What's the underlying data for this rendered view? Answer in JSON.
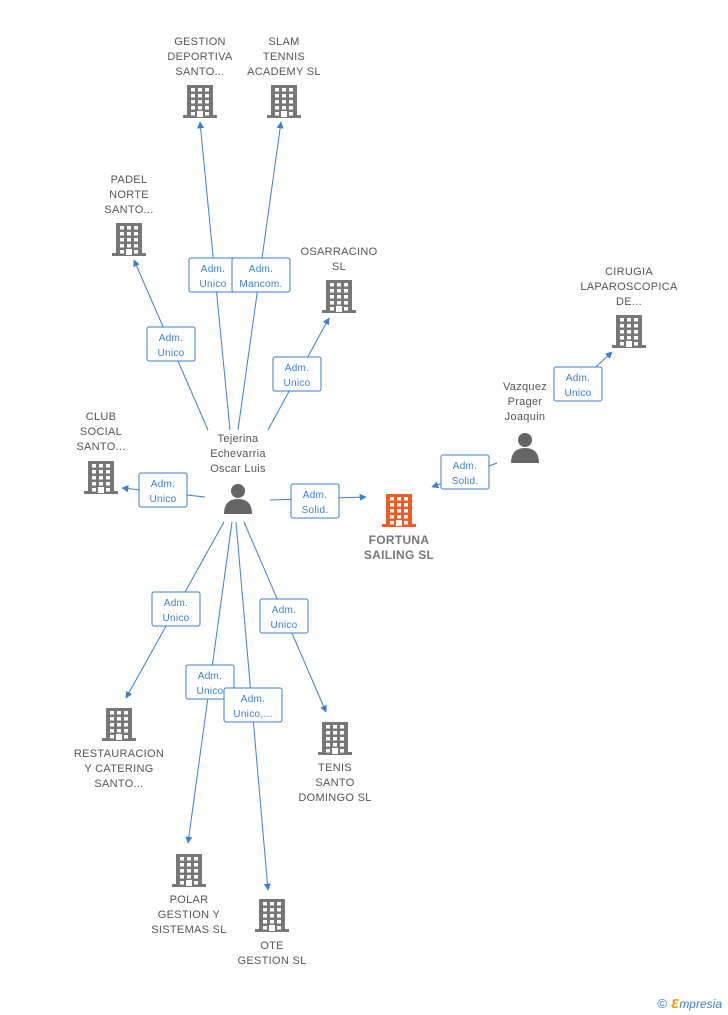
{
  "colors": {
    "company": "#777777",
    "main_company": "#f25a22",
    "person": "#666666",
    "edge": "#3a7fd0"
  },
  "nodes": [
    {
      "id": "gestion_deportiva",
      "type": "company",
      "lines": [
        "GESTION",
        "DEPORTIVA",
        "SANTO..."
      ]
    },
    {
      "id": "slam_tennis",
      "type": "company",
      "lines": [
        "SLAM",
        "TENNIS",
        "ACADEMY SL"
      ]
    },
    {
      "id": "padel_norte",
      "type": "company",
      "lines": [
        "PADEL",
        "NORTE",
        "SANTO..."
      ]
    },
    {
      "id": "osarracino",
      "type": "company",
      "lines": [
        "OSARRACINO",
        "SL"
      ]
    },
    {
      "id": "cirugia",
      "type": "company",
      "lines": [
        "CIRUGIA",
        "LAPAROSCOPICA",
        "DE..."
      ]
    },
    {
      "id": "club_social",
      "type": "company",
      "lines": [
        "CLUB",
        "SOCIAL",
        "SANTO..."
      ]
    },
    {
      "id": "tejerina",
      "type": "person",
      "lines": [
        "Tejerina",
        "Echevarria",
        "Oscar Luis"
      ]
    },
    {
      "id": "vazquez",
      "type": "person",
      "lines": [
        "Vazquez",
        "Prager",
        "Joaquin"
      ]
    },
    {
      "id": "fortuna",
      "type": "main",
      "lines": [
        "FORTUNA",
        "SAILING SL"
      ]
    },
    {
      "id": "restauracion",
      "type": "company",
      "lines": [
        "RESTAURACION",
        "Y CATERING",
        "SANTO..."
      ]
    },
    {
      "id": "tenis",
      "type": "company",
      "lines": [
        "TENIS",
        "SANTO",
        "DOMINGO SL"
      ]
    },
    {
      "id": "polar",
      "type": "company",
      "lines": [
        "POLAR",
        "GESTION Y",
        "SISTEMAS  SL"
      ]
    },
    {
      "id": "ote",
      "type": "company",
      "lines": [
        "OTE",
        "GESTION SL"
      ]
    }
  ],
  "edges": [
    {
      "from": "tejerina",
      "to": "gestion_deportiva",
      "label": [
        "Adm.",
        "Unico"
      ]
    },
    {
      "from": "tejerina",
      "to": "slam_tennis",
      "label": [
        "Adm.",
        "Mancom."
      ]
    },
    {
      "from": "tejerina",
      "to": "padel_norte",
      "label": [
        "Adm.",
        "Unico"
      ]
    },
    {
      "from": "tejerina",
      "to": "osarracino",
      "label": [
        "Adm.",
        "Unico"
      ]
    },
    {
      "from": "tejerina",
      "to": "club_social",
      "label": [
        "Adm.",
        "Unico"
      ]
    },
    {
      "from": "tejerina",
      "to": "fortuna",
      "label": [
        "Adm.",
        "Solid."
      ]
    },
    {
      "from": "tejerina",
      "to": "restauracion",
      "label": [
        "Adm.",
        "Unico"
      ]
    },
    {
      "from": "tejerina",
      "to": "polar",
      "label": [
        "Adm.",
        "Unico"
      ]
    },
    {
      "from": "tejerina",
      "to": "ote",
      "label": [
        "Adm.",
        "Unico,..."
      ]
    },
    {
      "from": "tejerina",
      "to": "tenis",
      "label": [
        "Adm.",
        "Unico"
      ]
    },
    {
      "from": "vazquez",
      "to": "cirugia",
      "label": [
        "Adm.",
        "Unico"
      ]
    },
    {
      "from": "vazquez",
      "to": "fortuna",
      "label": [
        "Adm.",
        "Solid."
      ]
    }
  ],
  "footer": {
    "copyright": "©",
    "brand_first": "ℇ",
    "brand_rest": "mpresia"
  }
}
